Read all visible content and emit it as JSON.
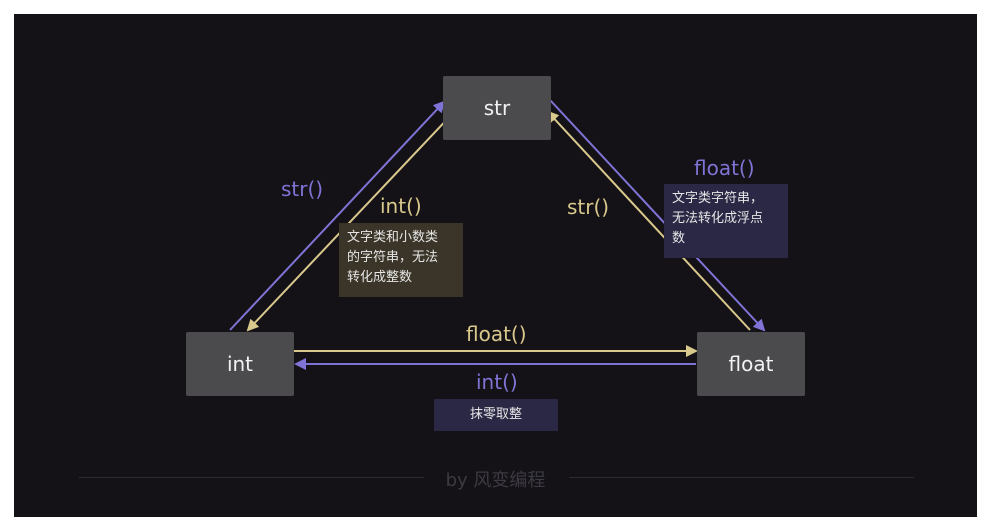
{
  "diagram": {
    "nodes": {
      "str": "str",
      "int": "int",
      "float": "float"
    },
    "edges": {
      "int_to_str": "str()",
      "str_to_int": "int()",
      "str_to_float": "float()",
      "float_to_str": "str()",
      "int_to_float": "float()",
      "float_to_int": "int()"
    },
    "notes": {
      "str_to_int": "文字类和小数类\n的字符串，无法\n转化成整数",
      "str_to_float": "文字类字符串，\n无法转化成浮点\n数",
      "float_to_int": "抹零取整"
    },
    "footer": "by 风变编程",
    "colors": {
      "background": "#141217",
      "node": "#4b4a4d",
      "purple": "#7f74d6",
      "gold": "#d9c98c"
    }
  }
}
